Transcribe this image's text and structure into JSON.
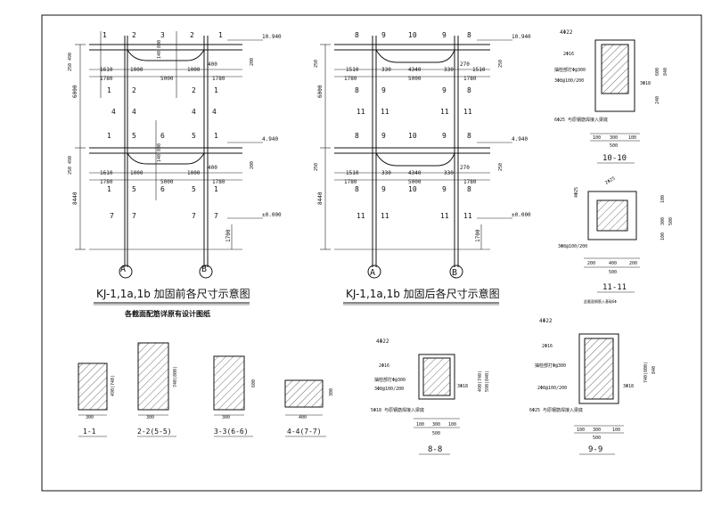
{
  "left_frame": {
    "title": "KJ-1,1a,1b 加固前各尺寸示意图",
    "note": "各截面配筋详原有设计图纸",
    "axis_a": "A",
    "axis_b": "B",
    "elev_top": "10.940",
    "elev_mid": "4.940",
    "elev_zero": "±0.000",
    "dim_6000": "6000",
    "dim_8440": "8440",
    "dim_1700": "1700",
    "dim_5000": "5000",
    "dim_1780": "1780",
    "dim_1610": "1610",
    "dim_1000": "1000",
    "dim_400": "400",
    "dim_250_490": "250 490",
    "dim_200": "200",
    "dim_140_800": "140 800",
    "sec_1": "1",
    "sec_2": "2",
    "sec_3": "3",
    "sec_4": "4",
    "sec_5": "5",
    "sec_6": "6",
    "sec_7": "7"
  },
  "right_frame": {
    "title": "KJ-1,1a,1b 加固后各尺寸示意图",
    "axis_a": "A",
    "axis_b": "B",
    "elev_top": "10.940",
    "elev_mid": "4.940",
    "elev_zero": "±0.000",
    "dim_6000": "6000",
    "dim_8440": "8440",
    "dim_1700": "1700",
    "dim_5000": "5000",
    "dim_1780": "1780",
    "dim_1510": "1510",
    "dim_4340": "4340",
    "dim_330": "330",
    "dim_270": "270",
    "dim_250": "250",
    "sec_8": "8",
    "sec_9": "9",
    "sec_10": "10",
    "sec_11": "11"
  },
  "small_sections": [
    {
      "label": "1-1",
      "width": "300",
      "height": "490(740)"
    },
    {
      "label": "2-2(5-5)",
      "width": "300",
      "height": "740(800)"
    },
    {
      "label": "3-3(6-6)",
      "width": "300",
      "height": "600"
    },
    {
      "label": "4-4(7-7)",
      "width": "400",
      "height": "300"
    }
  ],
  "section_8": {
    "label": "8-8",
    "top_bar": "4Φ22",
    "mid_bar": "2Φ16",
    "note1": "抽检部打Φ@300",
    "stirrup": "3Φ8@100/200",
    "side_bar": "3Φ18",
    "bottom_note": "5Φ18 与原钢筋焊接入梁底",
    "height": "490(740)",
    "height2": "590(840)",
    "dim_100": "100",
    "dim_300": "300",
    "dim_500": "500"
  },
  "section_9": {
    "label": "9-9",
    "top_bar": "4Φ22",
    "mid_bar": "2Φ16",
    "note1": "抽检部打Φ@300",
    "stirrup": "2Φ8@100/200",
    "side_bar": "3Φ18",
    "bottom_note": "6Φ25 与原钢筋焊接入梁底",
    "height": "740(800)",
    "height2": "840",
    "dim_100": "100",
    "dim_300": "300",
    "dim_500": "500"
  },
  "section_10": {
    "label": "10-10",
    "top_bar": "4Φ22",
    "mid_bar": "2Φ16",
    "note1": "抽检部打Φ@300",
    "stirrup": "3Φ8@100/200",
    "side_bar": "3Φ18",
    "bottom_note": "6Φ25 与原钢筋焊接入梁底",
    "dim_600": "600",
    "dim_840": "840",
    "dim_240": "240",
    "dim_100": "100",
    "dim_300": "300",
    "dim_500": "500"
  },
  "section_11": {
    "label": "11-11",
    "corner_bar": "4Φ25",
    "mid_bar": "2Φ25",
    "stirrup": "3Φ8@100/200",
    "note": "此截面钢筋入基础6Φ",
    "dim_200": "200",
    "dim_300": "300",
    "dim_500": "500",
    "dim_400": "400",
    "dim_100": "100"
  }
}
